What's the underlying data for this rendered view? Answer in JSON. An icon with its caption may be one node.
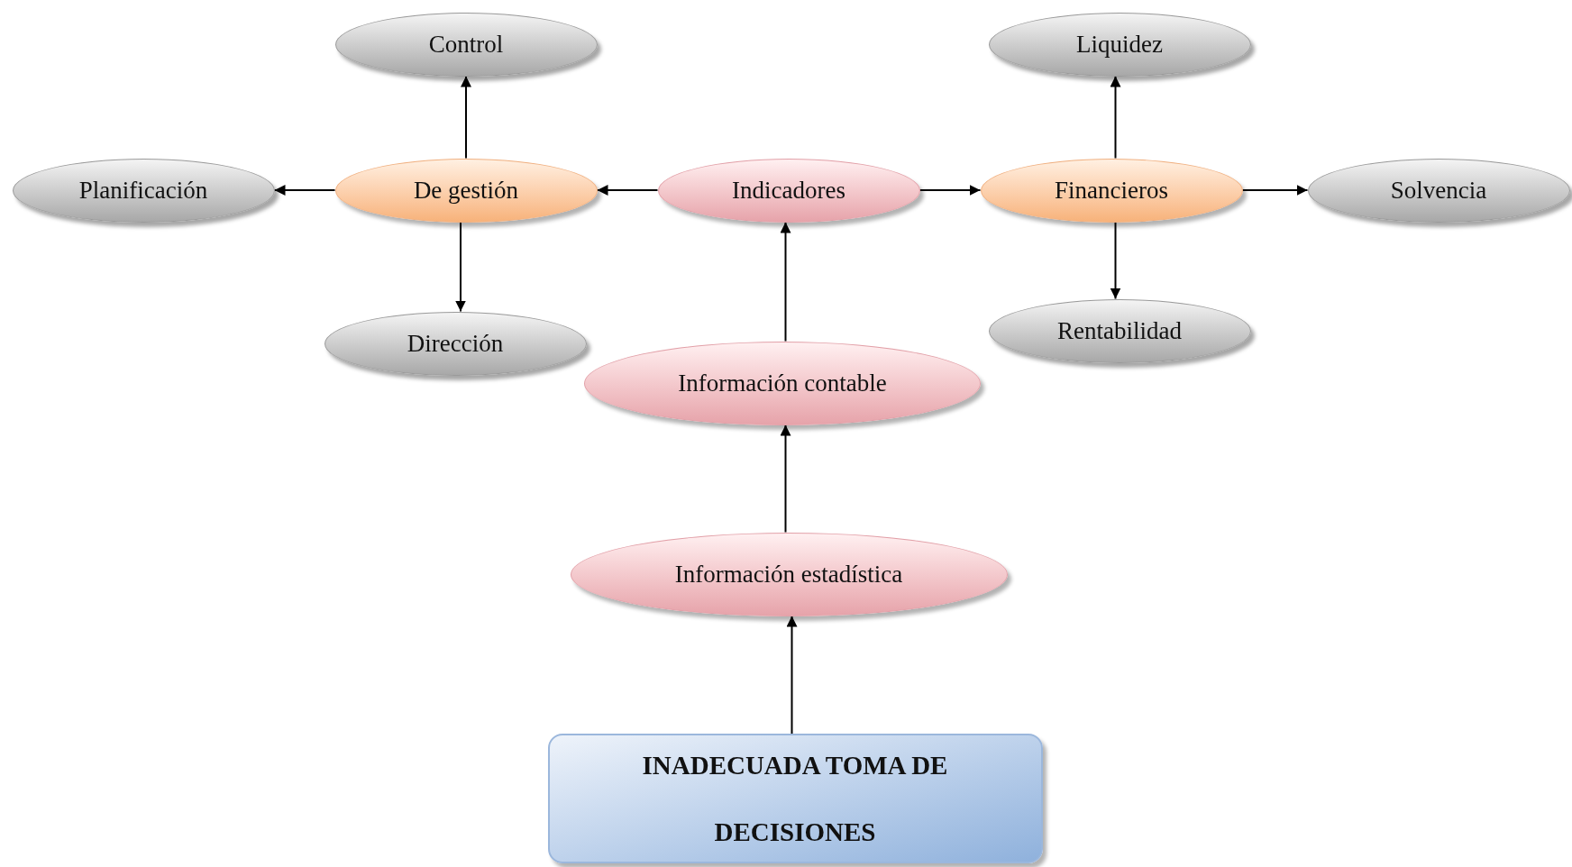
{
  "diagram": {
    "nodes": [
      {
        "text": [
          "Control"
        ]
      },
      {
        "text": [
          "Liquidez"
        ]
      },
      {
        "text": [
          "Planificación"
        ]
      },
      {
        "text": [
          "De gestión"
        ]
      },
      {
        "text": [
          "Indicadores"
        ]
      },
      {
        "text": [
          "Financieros"
        ]
      },
      {
        "text": [
          "Solvencia"
        ]
      },
      {
        "text": [
          "Dirección"
        ]
      },
      {
        "text": [
          "Rentabilidad"
        ]
      },
      {
        "text": [
          "Información contable"
        ]
      },
      {
        "text": [
          "Información estadística"
        ]
      },
      {
        "text": [
          "INADECUADA TOMA DE DECISIONES"
        ]
      }
    ],
    "edges": [
      {
        "from": 3,
        "to": 0,
        "arrow": "to"
      },
      {
        "from": 3,
        "to": 2,
        "arrow": "to"
      },
      {
        "from": 3,
        "to": 7,
        "arrow": "to"
      },
      {
        "from": 4,
        "to": 3,
        "arrow": "to"
      },
      {
        "from": 4,
        "to": 5,
        "arrow": "to"
      },
      {
        "from": 5,
        "to": 1,
        "arrow": "to"
      },
      {
        "from": 5,
        "to": 6,
        "arrow": "to"
      },
      {
        "from": 5,
        "to": 8,
        "arrow": "to"
      },
      {
        "from": 9,
        "to": 4,
        "arrow": "to"
      },
      {
        "from": 10,
        "to": 9,
        "arrow": "to"
      },
      {
        "from": 11,
        "to": 10,
        "arrow": "to"
      }
    ]
  }
}
